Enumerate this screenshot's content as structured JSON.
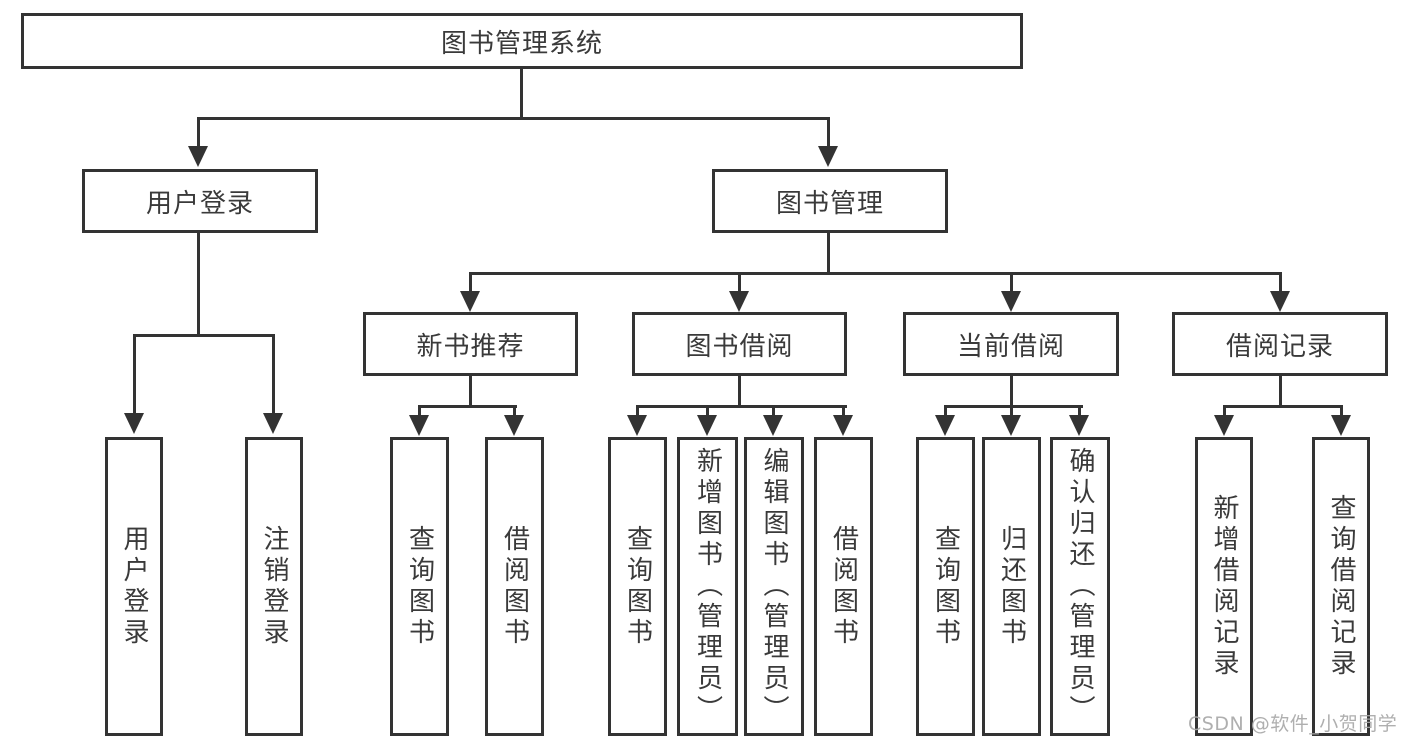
{
  "diagram": {
    "root": {
      "label": "图书管理系统"
    },
    "level1": [
      {
        "label": "用户登录"
      },
      {
        "label": "图书管理"
      }
    ],
    "level2": [
      {
        "label": "新书推荐"
      },
      {
        "label": "图书借阅"
      },
      {
        "label": "当前借阅"
      },
      {
        "label": "借阅记录"
      }
    ],
    "leaves": {
      "user_login": [
        {
          "label": "用户登录"
        },
        {
          "label": "注销登录"
        }
      ],
      "new_book_recommend": [
        {
          "label": "查询图书"
        },
        {
          "label": "借阅图书"
        }
      ],
      "book_borrowing": [
        {
          "label": "查询图书"
        },
        {
          "label": "新增图书（管理员）"
        },
        {
          "label": "编辑图书（管理员）"
        },
        {
          "label": "借阅图书"
        }
      ],
      "current_borrowing": [
        {
          "label": "查询图书"
        },
        {
          "label": "归还图书"
        },
        {
          "label": "确认归还（管理员）"
        }
      ],
      "borrowing_records": [
        {
          "label": "新增借阅记录"
        },
        {
          "label": "查询借阅记录"
        }
      ]
    },
    "colors": {
      "line": "#333333",
      "text": "#3a3a3a",
      "watermark": "#a8a8a8"
    }
  },
  "watermark": {
    "text": "CSDN @软件_小贺同学"
  }
}
